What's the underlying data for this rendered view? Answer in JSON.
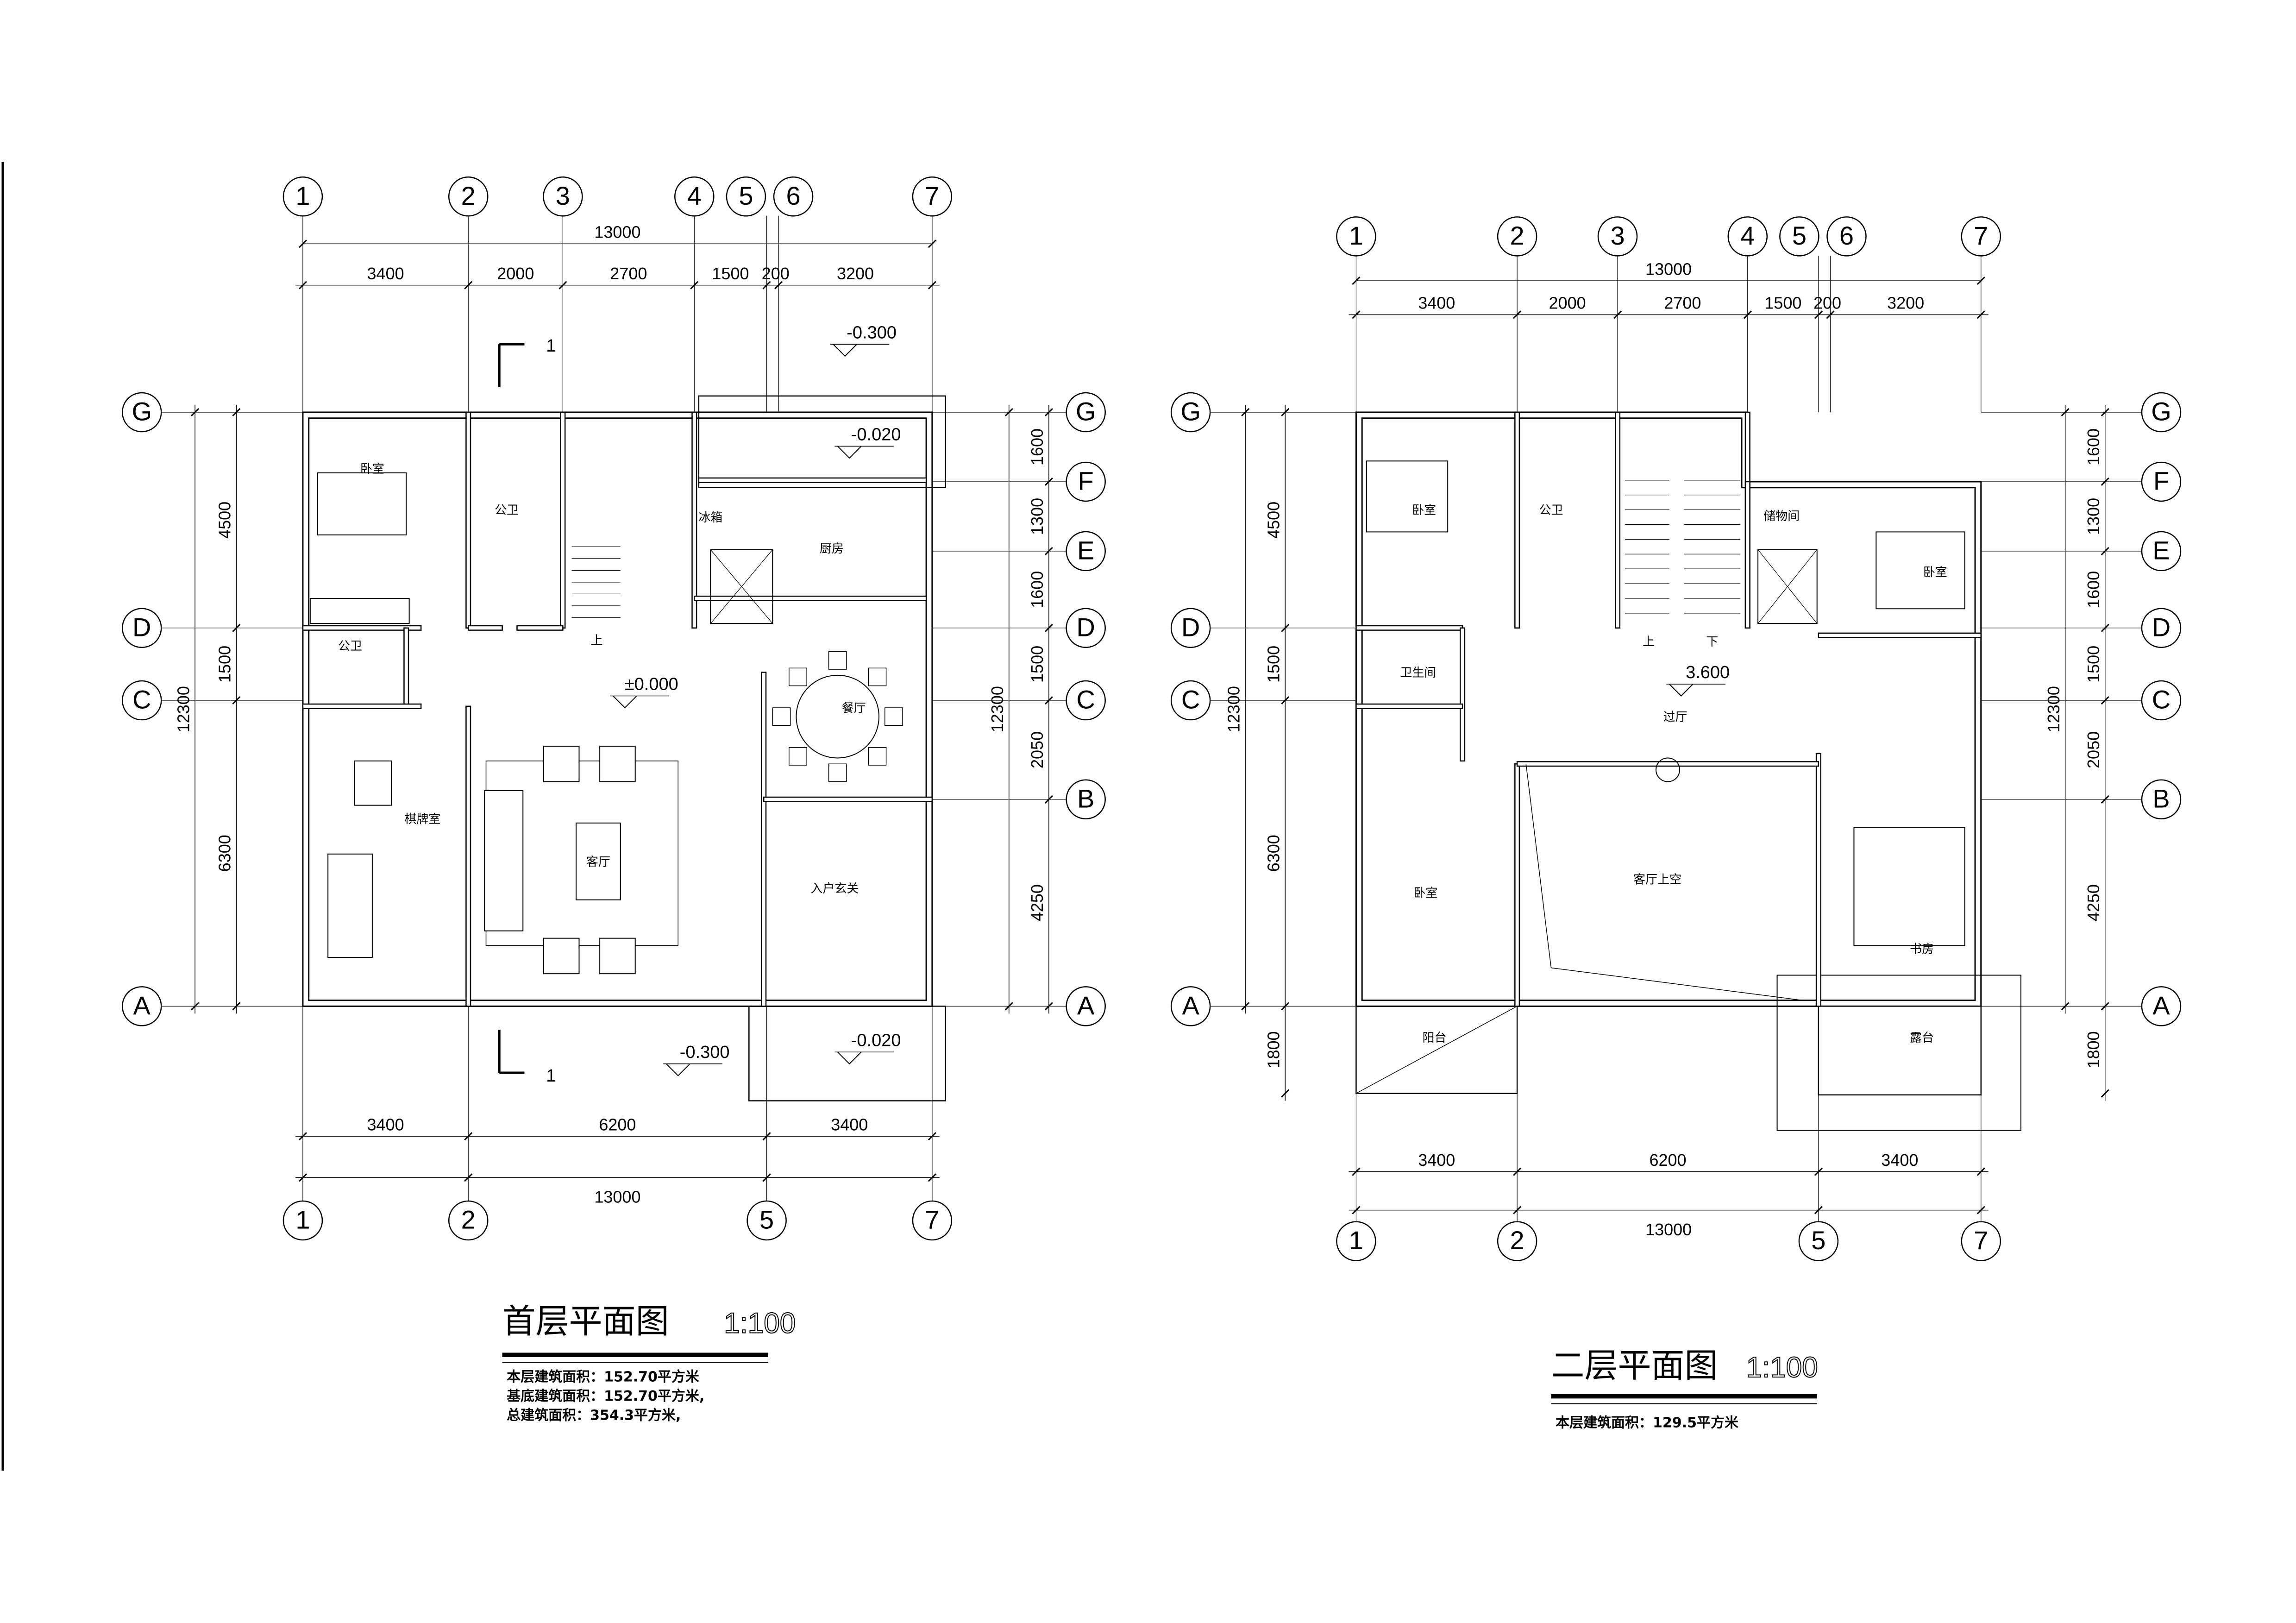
{
  "plans": [
    {
      "id": "ground",
      "title": "首层平面图",
      "scale": "1:100",
      "notes": [
        "本层建筑面积：152.70平方米",
        "基底建筑面积：152.70平方米,",
        "总建筑面积：354.3平方米,"
      ],
      "top_axes": [
        "1",
        "2",
        "3",
        "4",
        "5",
        "6",
        "7"
      ],
      "top_total": "13000",
      "top_dims": [
        "3400",
        "2000",
        "2700",
        "1500",
        "200",
        "3200"
      ],
      "bottom_axes": [
        "1",
        "2",
        "5",
        "7"
      ],
      "bottom_dims": [
        "3400",
        "6200",
        "3400"
      ],
      "bottom_total": "13000",
      "left_axes": [
        "G",
        "D",
        "C",
        "A"
      ],
      "left_dims": [
        "4500",
        "1500",
        "6300"
      ],
      "left_total": "12300",
      "right_axes": [
        "G",
        "F",
        "E",
        "D",
        "C",
        "B",
        "A"
      ],
      "right_dims": [
        "1600",
        "1300",
        "1600",
        "1500",
        "2050",
        "4250"
      ],
      "right_total": "12300",
      "section_mark": "1",
      "rooms": [
        "卧室",
        "公卫",
        "冰箱",
        "厨房",
        "公卫",
        "餐厅",
        "棋牌室",
        "客厅",
        "入户玄关",
        "上"
      ],
      "elevations": [
        "-0.300",
        "-0.020",
        "±0.000",
        "-0.300",
        "-0.020"
      ]
    },
    {
      "id": "second",
      "title": "二层平面图",
      "scale": "1:100",
      "notes": [
        "本层建筑面积：129.5平方米"
      ],
      "top_axes": [
        "1",
        "2",
        "3",
        "4",
        "5",
        "6",
        "7"
      ],
      "top_total": "13000",
      "top_dims": [
        "3400",
        "2000",
        "2700",
        "1500",
        "200",
        "3200"
      ],
      "bottom_axes": [
        "1",
        "2",
        "5",
        "7"
      ],
      "bottom_dims": [
        "3400",
        "6200",
        "3400"
      ],
      "bottom_total": "13000",
      "left_axes": [
        "G",
        "D",
        "C",
        "A"
      ],
      "left_dims": [
        "4500",
        "1500",
        "6300",
        "1800"
      ],
      "left_total": "12300",
      "right_axes": [
        "G",
        "F",
        "E",
        "D",
        "C",
        "B",
        "A"
      ],
      "right_dims": [
        "1600",
        "1300",
        "1600",
        "1500",
        "2050",
        "4250",
        "1800"
      ],
      "right_total": "12300",
      "rooms": [
        "卧室",
        "公卫",
        "储物间",
        "卧室",
        "卫生间",
        "过厅",
        "客厅上空",
        "卧室",
        "书房",
        "阳台",
        "露台",
        "上",
        "下"
      ],
      "elevations": [
        "3.600"
      ]
    }
  ]
}
